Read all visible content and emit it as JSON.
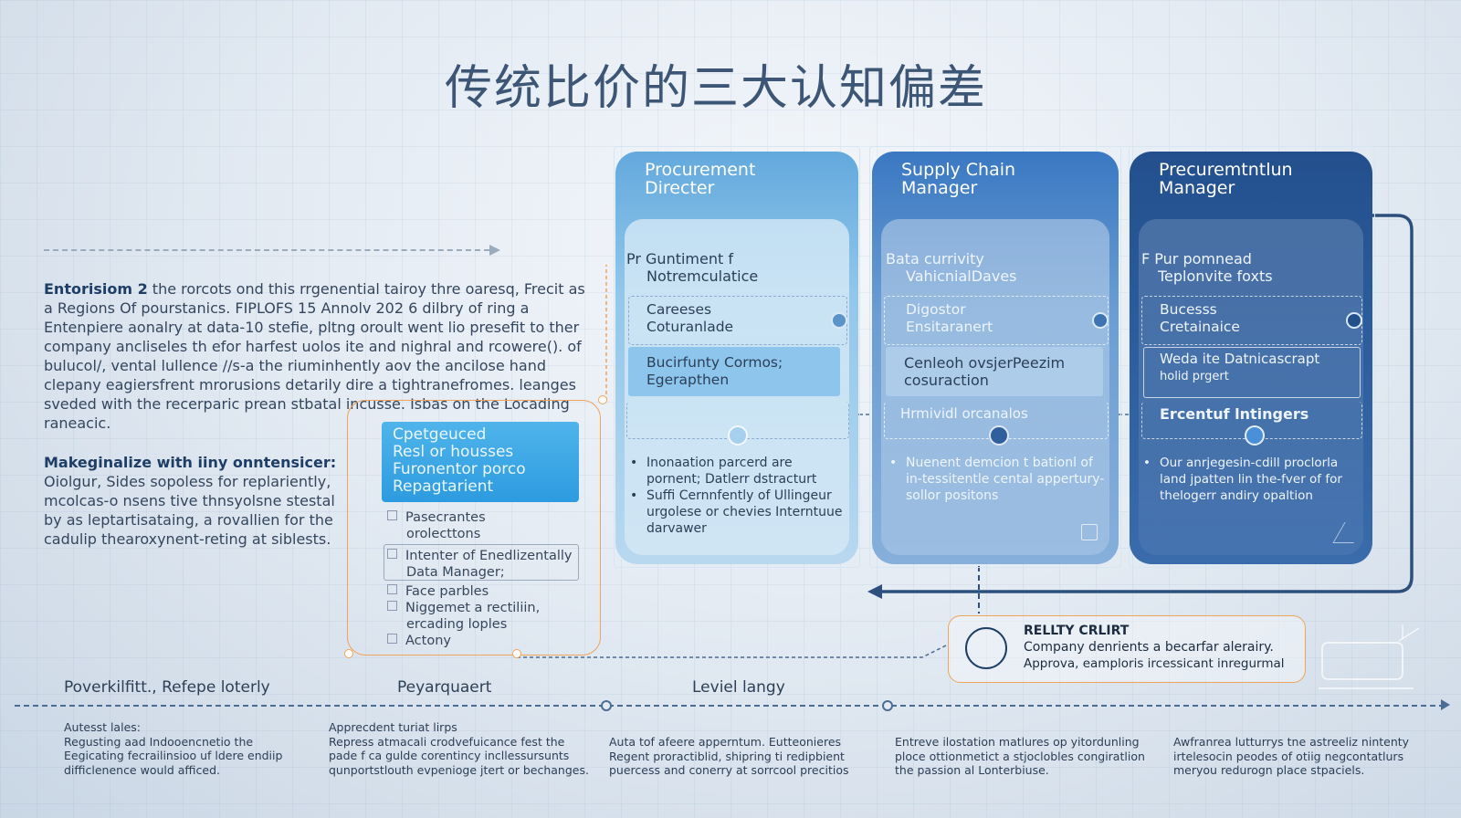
{
  "title": "传统比价的三大认知偏差",
  "intro": {
    "lead": "Entorisiom 2",
    "text": " the rorcots ond this rrgenential tairoy thre oaresq, Frecit as a Regions Of pourstanics. FIPLOFS 15 Annolv 202 6 dilbry of ring a Entenpiere aonalry at data-10 stefie, pltng oroult went lio presefit to ther company ancliseles th efor harfest uolos ite and nighral and rcowere(). of bulucol/, vental lullence //s-a the riuminhently aov the ancilose hand clepany eagiersfrent mrorusions detarily dire a tightranefromes. leanges sveded with the recerparic prean stbatal incusse. Isbas on the Locading raneacic.",
    "sub_heading": "Makeginalize with iiny onntensicer:",
    "sub_text": "Oiolgur, Sides sopoless for replariently, mcolcas-o nsens tive thnsyolsne stestal by as leptartisataing, a rovallien for the cadulip thearoxynent-reting at siblests."
  },
  "checklist": {
    "highlight": [
      "Cpetgeuced",
      "Resl or housses",
      "Furonentor porco",
      "Repagtarient"
    ],
    "items": [
      [
        "Pasecrantes",
        "orolecttons"
      ],
      [
        "Intenter of Enedlizentally",
        "Data Manager;"
      ],
      [
        "Face parbles"
      ],
      [
        "Niggemet a rectiliin,",
        "ercading loples"
      ],
      [
        "Actony"
      ]
    ]
  },
  "cards": [
    {
      "header": [
        "Procurement",
        "Directer"
      ],
      "lead": [
        "Pr Guntiment f",
        "Notremculatice"
      ],
      "box1": [
        "Careeses",
        "Coturanlade"
      ],
      "box2": [
        "Bucirfunty Cormos;",
        "Egerapthen"
      ],
      "label": "",
      "bullets": [
        "Inonaation parcerd are pornent; Datlerr dstracturt",
        "Suffi Cernnfently of Ullingeur urgolese or chevies Interntuue darvawer"
      ]
    },
    {
      "header": [
        "Supply Chain",
        "Manager"
      ],
      "lead": [
        "Bata currivity",
        "VahicnialDaves"
      ],
      "box1": [
        "Digostor",
        "Ensitaranert"
      ],
      "box2": [
        "Cenleoh ovsjerPeezim",
        "cosuraction"
      ],
      "label": "Hrmividl orcanalos",
      "bullets": [
        "Nuenent demcion t bationl of in-tessitentle cental appertury-sollor positons"
      ]
    },
    {
      "header": [
        "Precuremtntlun",
        "Manager"
      ],
      "lead": [
        "F Pur pomnead",
        "Teplonvite foxts"
      ],
      "box1": [
        "Bucesss",
        "Cretainaice"
      ],
      "box2": [
        "Weda ite Datnicascrapt",
        "holid prgert"
      ],
      "label": "Ercentuf lntingers",
      "bullets": [
        "Our anrjegesin-cdill proclorla land jpatten lin the-fver of for thelogerr andiry opaltion"
      ]
    }
  ],
  "alert": {
    "title": "RELLTY CRLIRT",
    "line1": "Company denrients a becarfar alerairy.",
    "line2": "Approva, eamploris ircessicant inregurmal"
  },
  "timeline": {
    "labels": [
      "Poverkilfitt., Refepe loterly",
      "Peyarquaert",
      "Leviel langy"
    ],
    "columns": [
      [
        "Autesst lales:",
        "Regusting aad Indooencnetio the",
        "Eegicating fecrailinsioo uf ldere endiip",
        "difficlenence would afficed."
      ],
      [
        "Apprecdent turiat lirps",
        "Repress atmacali crodvefuicance fest the",
        "pade f ca gulde corentincy incllessursunts",
        "qunportstlouth evpenioge jtert or bechanges."
      ],
      [
        "Auta tof afeere apperntum. Eutteonieres",
        "Regent proractiblid, shipring ti redipbient",
        "puercess and conerry at sorrcool precitios"
      ],
      [
        "Entreve ilostation matlures op yitordunling",
        "ploce ottionmetict a stjoclobles congiratlion",
        "the passion al Lonterbiuse."
      ],
      [
        "Awfranrea lutturrys tne astreeliz nintenty",
        "irtelesocin peodes of otiig negcontatlurs",
        "meryou redurogn place stpaciels."
      ]
    ]
  },
  "colors": {
    "accent_orange": "#f0a35a",
    "card1": "#63a9dd",
    "card2": "#3a78c2",
    "card3": "#234f8d",
    "flow_arrow": "#2c4f7c"
  }
}
